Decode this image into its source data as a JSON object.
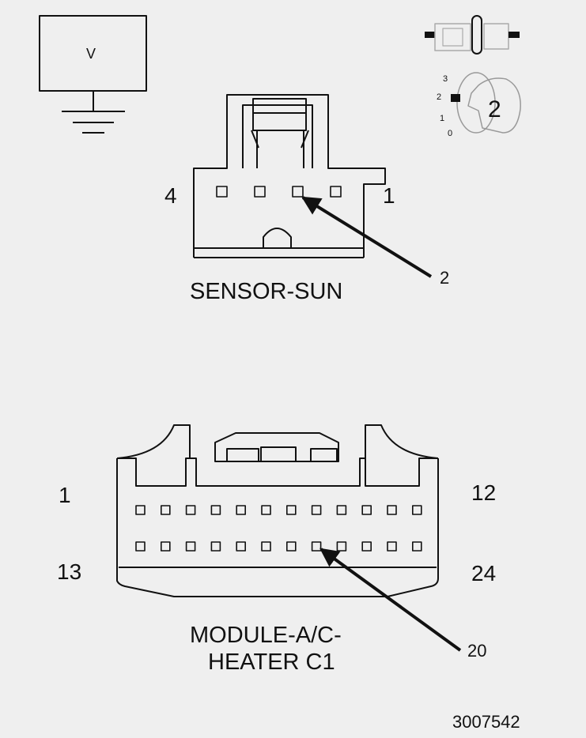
{
  "meter": {
    "symbol": "V"
  },
  "key_icon": {
    "positions": [
      "3",
      "2",
      "1",
      "0"
    ],
    "selected": "2"
  },
  "sensor_sun": {
    "title": "SENSOR-SUN",
    "left_pin": "4",
    "right_pin": "1",
    "callout_pin": "2",
    "cavity_count": 4
  },
  "module_ac_heater": {
    "title_line1": "MODULE-A/C-",
    "title_line2": "HEATER C1",
    "top_left_pin": "1",
    "top_right_pin": "12",
    "bottom_left_pin": "13",
    "bottom_right_pin": "24",
    "callout_pin": "20",
    "cavities_per_row": 12,
    "rows": 2
  },
  "figure_id": "3007542",
  "colors": {
    "background": "#efefef",
    "line": "#111111"
  }
}
